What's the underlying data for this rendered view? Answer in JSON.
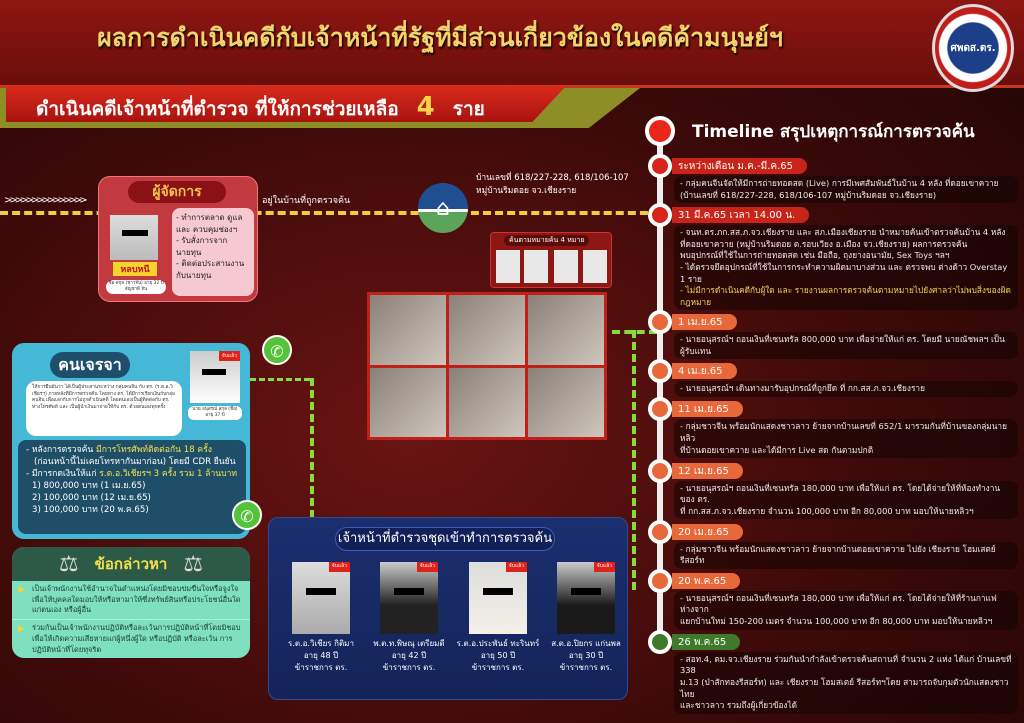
{
  "header": {
    "title": "ผลการดำเนินคดีกับเจ้าหน้าที่รัฐที่มีส่วนเกี่ยวข้องในคดีค้ามนุษย์ฯ",
    "logo_text": "ศพดส.ตร.",
    "subtitle_prefix": "ดำเนินคดีเจ้าหน้าที่ตำรวจ ที่ให้การช่วยเหลือ",
    "subtitle_count": "4",
    "subtitle_suffix": "ราย"
  },
  "connector": {
    "arrows": ">>>>>>>>>>>>>>>",
    "in_house": "อยู่ในบ้านที่ถูกตรวจค้น"
  },
  "manager": {
    "title": "ผู้จัดการ",
    "status": "หลบหนี",
    "caption": "ชื่อ-สกุล (ชาวจีน) อายุ 32 ปี สัญชาติ จีน",
    "duties": [
      "- ทำการตลาด ดูแล และ ควบคุมช่องฯ",
      "- รับสั่งการจากนายทุน",
      "- ติดต่อประสานงาน กับนายทุน"
    ]
  },
  "house": {
    "address_line1": "บ้านเลขที่ 618/227-228, 618/106-107",
    "address_line2": "หมู่บ้านริมดอย จว.เชียงราย",
    "warrants_label": "ค้นตามหมายค้น 4 หมาย"
  },
  "negotiator": {
    "title": "คนเจรจา",
    "quote": "ให้การยืนยันว่า ได้เป็นผู้ประสานระหว่าง กลุ่มคนจีน กับ ตร. (ร.ต.อ.วิเชียรฯ) ภายหลังที่มีการตรวจค้น โดยทาง ตร. ได้มีการเรียกเงินกับกลุ่มคนจีน เพื่อแลกกับการไม่ถูกดำเนินคดี โดยตนเองเป็นผู้ติดต่อกับ ตร. ทางโทรศัพท์ และ เป็นผู้นำเงินมาจ่ายให้กับ ตร. ด้วยตนเองทุกครั้ง",
    "ribbon": "จับแล้ว",
    "caption": "นาย อนุสรณ์ สกุล (ชื่อ) อายุ 37 ปี",
    "line1_prefix": "- หลังการตรวจค้น ",
    "line1_hl": "มีการโทรศัพท์ติดต่อกัน 18 ครั้ง",
    "line2": "(ก่อนหน้านี้ไม่เคยโทรหากันมาก่อน) โดยมี CDR ยืนยัน",
    "line3_prefix": "- มีการกดเงินให้แก่ ",
    "line3_hl": "ร.ต.อ.วิเชียรฯ  3 ครั้ง",
    "line3_suffix": " รวม 1 ล้านบาท",
    "payments": [
      "1) 800,000 บาท (1 เม.ย.65)",
      "2) 100,000 บาท (12 เม.ย.65)",
      "3) 100,000 บาท (20 พ.ค.65)"
    ]
  },
  "charges": {
    "title": "ข้อกล่าวหา",
    "items": [
      "เป็นเจ้าพนักงานใช้อำนาจในตำแหน่งโดยมิชอบข่มขืนใจหรือจูงใจ เพื่อให้บุคคลใดมอบให้หรือหามาให้ซึ่งทรัพย์สินหรือประโยชน์อื่นใด แก่ตนเอง หรือผู้อื่น",
      "ร่วมกันเป็นเจ้าพนักงานปฏิบัติหรือละเว้นการปฏิบัติหน้าที่โดยมิชอบ เพื่อให้เกิดความเสียหายแก่ผู้หนึ่งผู้ใด หรือปฏิบัติ หรือละเว้น การปฏิบัติหน้าที่โดยทุจริต"
    ]
  },
  "police": {
    "title": "เจ้าหน้าที่ตำรวจชุดเข้าทำการตรวจค้น",
    "ribbon": "จับแล้ว",
    "officers": [
      {
        "name": "ร.ต.อ.วิเชียร กิติมา",
        "age": "อายุ 48 ปี",
        "role": "ข้าราชการ ตร."
      },
      {
        "name": "พ.ต.ท.พิษณุ เตรียมดี",
        "age": "อายุ 42 ปี",
        "role": "ข้าราชการ ตร."
      },
      {
        "name": "ร.ต.อ.ประพันธ์ ทะรินทร์",
        "age": "อายุ 50 ปี",
        "role": "ข้าราชการ ตร."
      },
      {
        "name": "ส.ต.อ.ปิยกร แก่นพล",
        "age": "อายุ 30 ปี",
        "role": "ข้าราชการ ตร."
      }
    ]
  },
  "timeline": {
    "title_en": "Timeline",
    "title_th": "สรุปเหตุการณ์การตรวจค้น",
    "events": [
      {
        "date": "ระหว่างเดือน ม.ค.-มี.ค.65",
        "lines": [
          "- กลุ่มคนจีนจัดให้มีการถ่ายทอดสด (Live) การมีเพศสัมพันธ์ในบ้าน 4 หลัง ที่ดอยเขาควาย",
          "(บ้านเลขที่ 618/227-228, 618/106-107 หมู่บ้านริมดอย จว.เชียงราย)"
        ]
      },
      {
        "date": "31 มี.ค.65 เวลา 14.00 น.",
        "lines": [
          "- จนท.ตร.ภก.สส.ภ.จว.เชียงราย และ สภ.เมืองเชียงราย นำหมายค้นเข้าตรวจค้นบ้าน 4 หลัง",
          "ที่ดอยเขาควาย (หมู่บ้านริมดอย ต.รอบเวียง อ.เมือง จว.เชียงราย) ผลการตรวจค้น",
          "พบอุปกรณ์ที่ใช้ในการถ่ายทอดสด เช่น มือถือ, ถุงยางอนามัย, Sex Toys ฯลฯ",
          "- ได้ตรวจยึดอุปกรณ์ที่ใช้ในการกระทำความผิดมาบางส่วน และ ตรวจพบ ต่างด้าว Overstay 1 ราย"
        ],
        "highlight": "- ไม่มีการดำเนินคดีกับผู้ใด และ รายงานผลการตรวจค้นตามหมายไปยังศาลว่าไม่พบสิ่งของผิดกฎหมาย"
      },
      {
        "date": "1 เม.ย.65",
        "lines": [
          "- นายอนุสรณ์ฯ ถอนเงินที่เซนทรัล 800,000 บาท เพื่อจ่ายให้แก่ ตร. โดยมี นายณัชพลฯ เป็นผู้รับแทน"
        ]
      },
      {
        "date": "4 เม.ย.65",
        "lines": [
          "- นายอนุสรณ์ฯ เดินทางมารับอุปกรณ์ที่ถูกยึด ที่ กก.สส.ภ.จว.เชียงราย"
        ]
      },
      {
        "date": "11 เม.ย.65",
        "lines": [
          "- กลุ่มชาวจีน พร้อมนักแสดงชาวลาว ย้ายจากบ้านเลขที่ 652/1 มารวมกันที่บ้านของกลุ่มนายหลิว",
          "ที่บ้านดอยเขาควาย และได้มีการ Live สด กันตามปกติ"
        ]
      },
      {
        "date": "12 เม.ย.65",
        "lines": [
          "- นายอนุสรณ์ฯ ถอนเงินที่เซนทรัล 180,000 บาท เพื่อให้แก่ ตร. โดยได้จ่ายให้ที่ห้องทำงานของ ตร.",
          "ที่ กก.สส.ภ.จว.เชียงราย จำนวน 100,000 บาท อีก 80,000 บาท มอบให้นายหลิวฯ"
        ]
      },
      {
        "date": "20 เม.ย.65",
        "lines": [
          "- กลุ่มชาวจีน พร้อมนักแสดงชาวลาว ย้ายจากบ้านดอยเขาควาย ไปยัง เชียงราย โฮมเสตย์ รีสอร์ท"
        ]
      },
      {
        "date": "20 พ.ค.65",
        "lines": [
          "- นายอนุสรณ์ฯ ถอนเงินที่เซนทรัล 180,000 บาท เพื่อให้แก่ ตร. โดยได้จ่ายให้ที่ร้านกาแฟ ห่างจาก",
          "แยกบ้านใหม่ 150-200 เมตร จำนวน 100,000 บาท อีก 80,000 บาท มอบให้นายหลิวฯ"
        ]
      },
      {
        "date": "26 พ.ค.65",
        "lines": [
          "- สอท.4, ตม.จว.เชียงราย ร่วมกันนำกำลังเข้าตรวจค้นสถานที่ จำนวน 2 แห่ง ได้แก่ บ้านเลขที่ 338",
          "ม.13 (ป่าสักทองรีสอร์ท) และ เชียงราย โฮมสเตย์ รีสอร์ทฯโดย สามารถจับกุมตัวนักแสดงชาวไทย",
          "และชาวลาว รวมถึงผู้เกี่ยวข้องได้"
        ]
      }
    ]
  },
  "colors": {
    "banner": "#8e1612",
    "title": "#f3d36a",
    "timeline_dot": "#e8683a",
    "negotiator": "#45b8d8",
    "charges": "#7fe0c0",
    "police": "#1b2f6e"
  }
}
